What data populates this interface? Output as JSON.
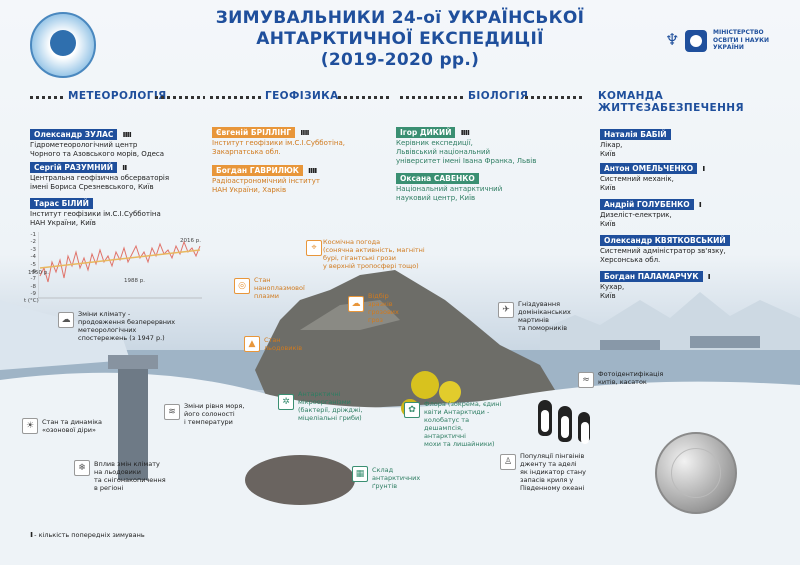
{
  "header": {
    "title_lines": [
      "ЗИМУВАЛЬНИКИ 24-ої УКРАЇНСЬКОЇ",
      "АНТАРКТИЧНОЇ ЕКСПЕДИЦІЇ",
      "(2019-2020 рр.)"
    ],
    "ministry_lines": [
      "МІНІСТЕРСТВО",
      "ОСВІТИ І НАУКИ",
      "УКРАЇНИ"
    ],
    "emblem_icon": "expedition-emblem-icon",
    "trident_icon": "trident-icon",
    "ministry_icon": "ministry-logo-icon"
  },
  "sections": {
    "meteorology": "МЕТЕОРОЛОГІЯ",
    "geophysics": "ГЕОФІЗИКА",
    "biology": "БІОЛОГІЯ",
    "life_support": "КОМАНДА ЖИТТЄЗАБЕЗПЕЧЕННЯ"
  },
  "meteorology": [
    {
      "name": "Олександр ЗУЛАС",
      "marks": "ıııı",
      "desc": [
        "Гідрометеорологічний центр",
        "Чорного та Азовського морів, Одеса"
      ]
    },
    {
      "name": "Сергій РАЗУМНИЙ",
      "marks": "ıı",
      "desc": [
        "Центральна геофізична обсерваторія",
        "імені Бориса Срезневського, Київ"
      ]
    },
    {
      "name": "Тарас БІЛИЙ",
      "marks": "",
      "desc": [
        "Інститут геофізики ім.С.І.Субботіна",
        "НАН України, Київ"
      ]
    }
  ],
  "geophysics": [
    {
      "name": "Євгеній БРІЛЛІНГ",
      "marks": "ıııı",
      "desc": [
        "Інститут геофізики ім.С.І.Субботіна,",
        "Закарпатська обл."
      ]
    },
    {
      "name": "Богдан ГАВРИЛЮК",
      "marks": "ıııı",
      "desc": [
        "Радіоастрономічний інститут",
        "НАН України, Харків"
      ]
    }
  ],
  "biology": [
    {
      "name": "Ігор ДИКИЙ",
      "marks": "ıııı",
      "desc": [
        "Керівник експедиції,",
        "Львівський національний",
        "університет імені Івана Франка, Львів"
      ]
    },
    {
      "name": "Оксана САВЕНКО",
      "marks": "",
      "desc": [
        "Національний антарктичний",
        "науковий центр, Київ"
      ]
    }
  ],
  "life_support": [
    {
      "name": "Наталія БАБІЙ",
      "marks": "",
      "desc": [
        "Лікар,",
        "Київ"
      ]
    },
    {
      "name": "Антон ОМЕЛЬЧЕНКО",
      "marks": "ı",
      "desc": [
        "Системний механік,",
        "Київ"
      ]
    },
    {
      "name": "Андрій ГОЛУБЕНКО",
      "marks": "ı",
      "desc": [
        "Дизеліст-електрик,",
        "Київ"
      ]
    },
    {
      "name": "Олександр КВЯТКОВСЬКИЙ",
      "marks": "",
      "desc": [
        "Системний адміністратор зв'язку,",
        "Херсонська обл."
      ]
    },
    {
      "name": "Богдан ПАЛАМАРЧУК",
      "marks": "ı",
      "desc": [
        "Кухар,",
        "Київ"
      ]
    }
  ],
  "chart": {
    "y_ticks": [
      "-1",
      "-2",
      "-3",
      "-4",
      "-5",
      "-6",
      "-7",
      "-8",
      "-9"
    ],
    "y_unit": "t (°C)",
    "label_start": "1950 р.",
    "label_mid": "1988 р.",
    "label_end": "2016 р."
  },
  "annotations": {
    "space_weather": [
      "Космічна погода",
      "(сонячна активність, магнітні",
      "бурі, гігантські грози",
      "у верхній тропосфері тощо)"
    ],
    "nanoplasma": [
      "Стан",
      "наноплазмової",
      "плазми"
    ],
    "lightning": [
      "Відбір",
      "зразків",
      "грозових",
      "гроз"
    ],
    "climate": [
      "Зміни клімату -",
      "продовження безперервних",
      "метеорологічних",
      "спостережень (з 1947 р.)"
    ],
    "glaciers": [
      "Стан",
      "льодовиків"
    ],
    "nesting": [
      "Гніздування",
      "домініканських",
      "мартинів",
      "та поморників"
    ],
    "whales": [
      "Фотоідентифікація",
      "китів, касаток"
    ],
    "sea_level": [
      "Зміни рівня моря,",
      "його солоності",
      "і температури"
    ],
    "microorganisms": [
      "Антарктичні",
      "мікроорганізми",
      "(бактерії, дріжджі,",
      "міцеліальні гриби)"
    ],
    "flora": [
      "Флора (зокрема, єдині",
      "квіти Антарктиди -",
      "колобатус та",
      "дешампсія,",
      "антарктичні",
      "мохи та лишайники)"
    ],
    "ozone": [
      "Стан та динаміка",
      "«озонової діри»"
    ],
    "soils": [
      "Склад",
      "антарктичних",
      "ґрунтів"
    ],
    "penguins": [
      "Популяції пінгвінів",
      "дженту та аделі",
      "як індикатор стану",
      "запасів криля у",
      "Південному океані"
    ],
    "glaciation": [
      "Вплив змін клімату",
      "на льодовики",
      "та снігонакопичення",
      "в регіоні"
    ]
  },
  "legend": {
    "mark": "ı",
    "text": "- кількість попередніх зимувань"
  },
  "colors": {
    "meteo": "#1f4f9c",
    "geo": "#e8963a",
    "bio": "#3a8f72",
    "line": "#e0736a"
  }
}
